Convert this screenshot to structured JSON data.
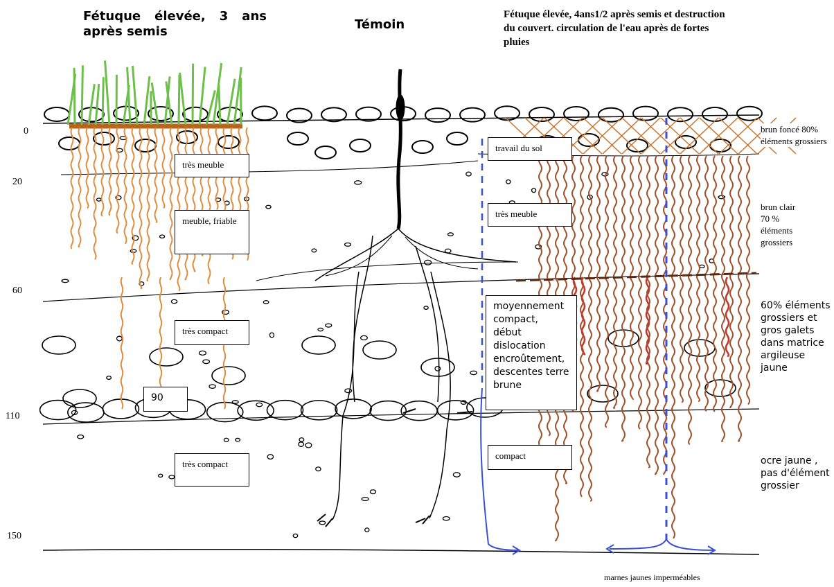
{
  "headers": {
    "left": "Fétuque élevée, 3 ans après semis",
    "center": "Témoin",
    "right": "Fétuque élevée, 4ans1/2 après semis et destruction du couvert. circulation de l'eau après de fortes pluies"
  },
  "depths": [
    "0",
    "20",
    "60",
    "110",
    "150"
  ],
  "boxes": {
    "tres_meuble_left": "très meuble",
    "meuble_friable": "meuble, friable",
    "tres_compact_upper": "très compact",
    "ninety": "90",
    "tres_compact_lower": "très compact",
    "travail_du_sol": "travail du sol",
    "tres_meuble_right": "très meuble",
    "moyennement_compact": "moyennement compact, début dislocation encroûtement, descentes terre brune",
    "compact": "compact"
  },
  "side_labels": {
    "brun_fonce": "brun foncé 80% éléments grossiers",
    "brun_clair": "brun clair 70 % éléments grossiers",
    "sixty_percent": "60% éléments grossiers et gros galets dans matrice argileuse jaune",
    "ocre_jaune": "ocre jaune , pas d'élément grossier"
  },
  "footer": "marnes jaunes imperméables",
  "colors": {
    "grass": "#6cc04a",
    "root_orange": "#e08c3c",
    "root_brown": "#a0522d",
    "root_red": "#c0392b",
    "water_blue": "#3a4fd6",
    "ink": "#000000"
  }
}
